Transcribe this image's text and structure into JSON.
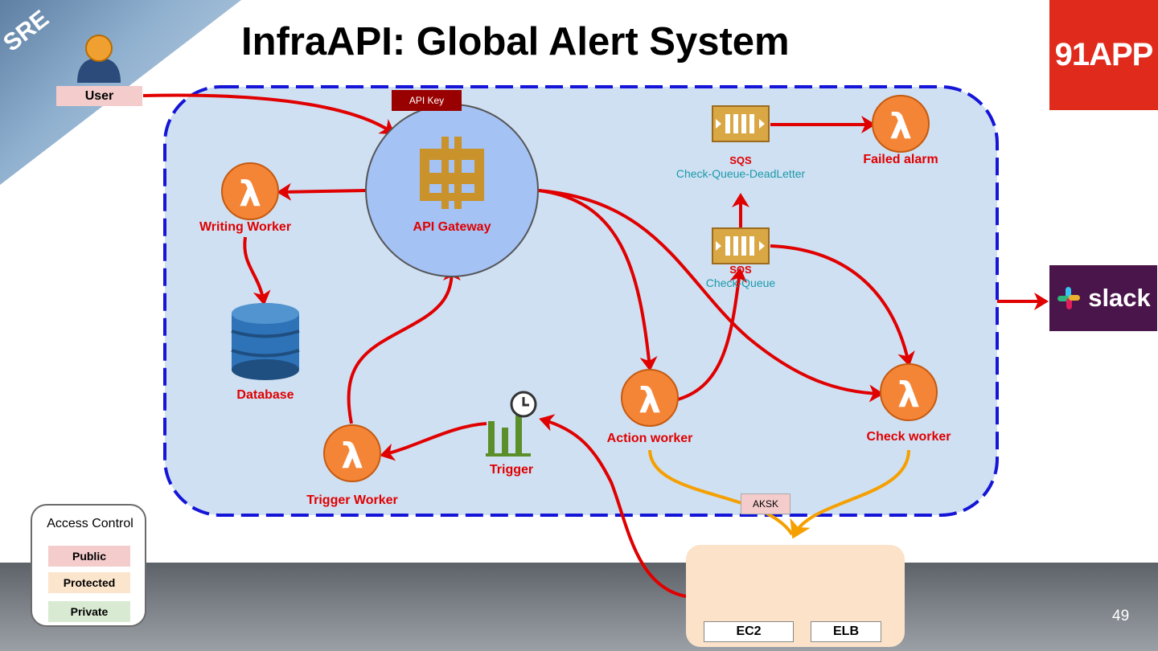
{
  "slide": {
    "title": "InfraAPI: Global Alert System",
    "page_number": "49",
    "corner_badge": "SRE",
    "brand_logo": "91APP",
    "slack_logo": "slack"
  },
  "nodes": {
    "user": "User",
    "api_key": "API Key",
    "api_gateway": "API Gateway",
    "writing_worker": "Writing Worker",
    "database": "Database",
    "trigger_worker": "Trigger Worker",
    "trigger": "Trigger",
    "action_worker": "Action worker",
    "check_worker": "Check worker",
    "failed_alarm": "Failed alarm",
    "sqs_dead_title": "SQS",
    "sqs_dead_name": "Check-Queue-DeadLetter",
    "sqs_check_title": "SQS",
    "sqs_check_name": "Check-Queue",
    "aksk": "AKSK",
    "ec2": "EC2",
    "elb": "ELB"
  },
  "access_control": {
    "title": "Access Control",
    "items": [
      {
        "label": "Public",
        "color": "#f4cccc"
      },
      {
        "label": "Protected",
        "color": "#fce5cd"
      },
      {
        "label": "Private",
        "color": "#d9ead3"
      }
    ]
  },
  "colors": {
    "arrow": "#e00000",
    "aws_arrow": "#f5a000",
    "zone_fill": "#cfe0f3",
    "zone_border": "#1515d8",
    "lambda": "#f58536"
  },
  "icons": [
    "user-icon",
    "api-gateway-icon",
    "lambda-icon",
    "dynamodb-icon",
    "sqs-icon",
    "cloudwatch-trigger-icon",
    "ec2-icon",
    "elb-icon",
    "slack-icon"
  ]
}
